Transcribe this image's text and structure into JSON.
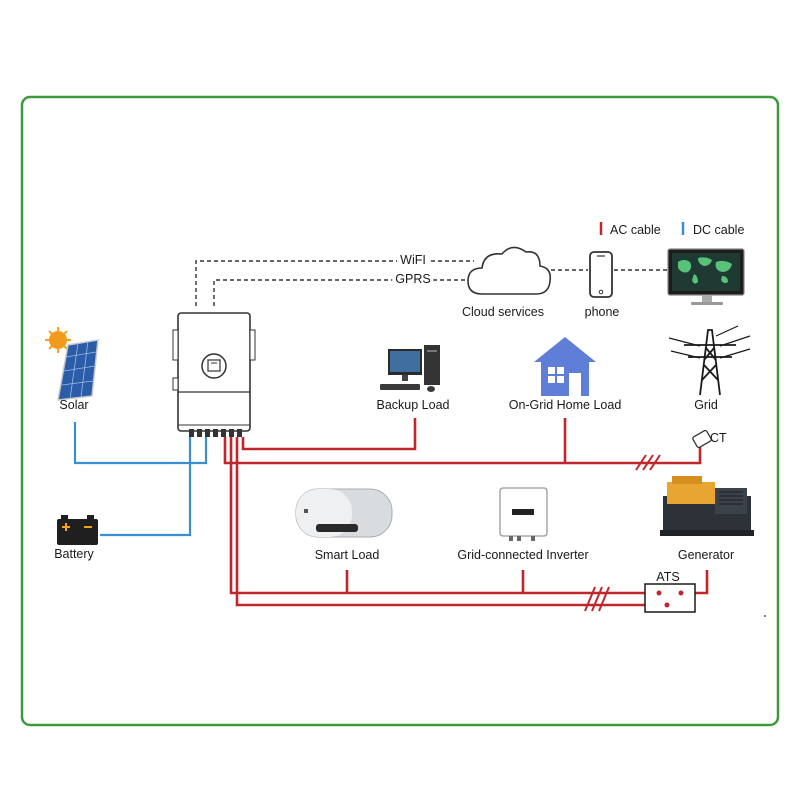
{
  "legend": {
    "ac_label": "AC cable",
    "dc_label": "DC cable",
    "ac_color": "#c0272d",
    "dc_color": "#3a8fd4"
  },
  "colors": {
    "frame": "#3c9a3c",
    "ac": "#c0272d",
    "dc": "#3a8fd4",
    "comm": "#333333"
  },
  "links": {
    "wifi": "WiFI",
    "gprs": "GPRS"
  },
  "nodes": {
    "cloud": "Cloud services",
    "phone": "phone",
    "solar": "Solar",
    "backup_load": "Backup Load",
    "home_load": "On-Grid Home Load",
    "grid": "Grid",
    "ct": "CT",
    "battery": "Battery",
    "smart_load": "Smart Load",
    "grid_inverter": "Grid-connected Inverter",
    "generator": "Generator",
    "ats": "ATS"
  },
  "icons": [
    "hybrid-inverter-icon",
    "cloud-icon",
    "phone-icon",
    "monitor-icon",
    "sun-icon",
    "solar-panel-icon",
    "desktop-computer-icon",
    "house-icon",
    "power-tower-icon",
    "ct-clamp-icon",
    "battery-icon",
    "water-heater-icon",
    "string-inverter-icon",
    "generator-icon"
  ]
}
